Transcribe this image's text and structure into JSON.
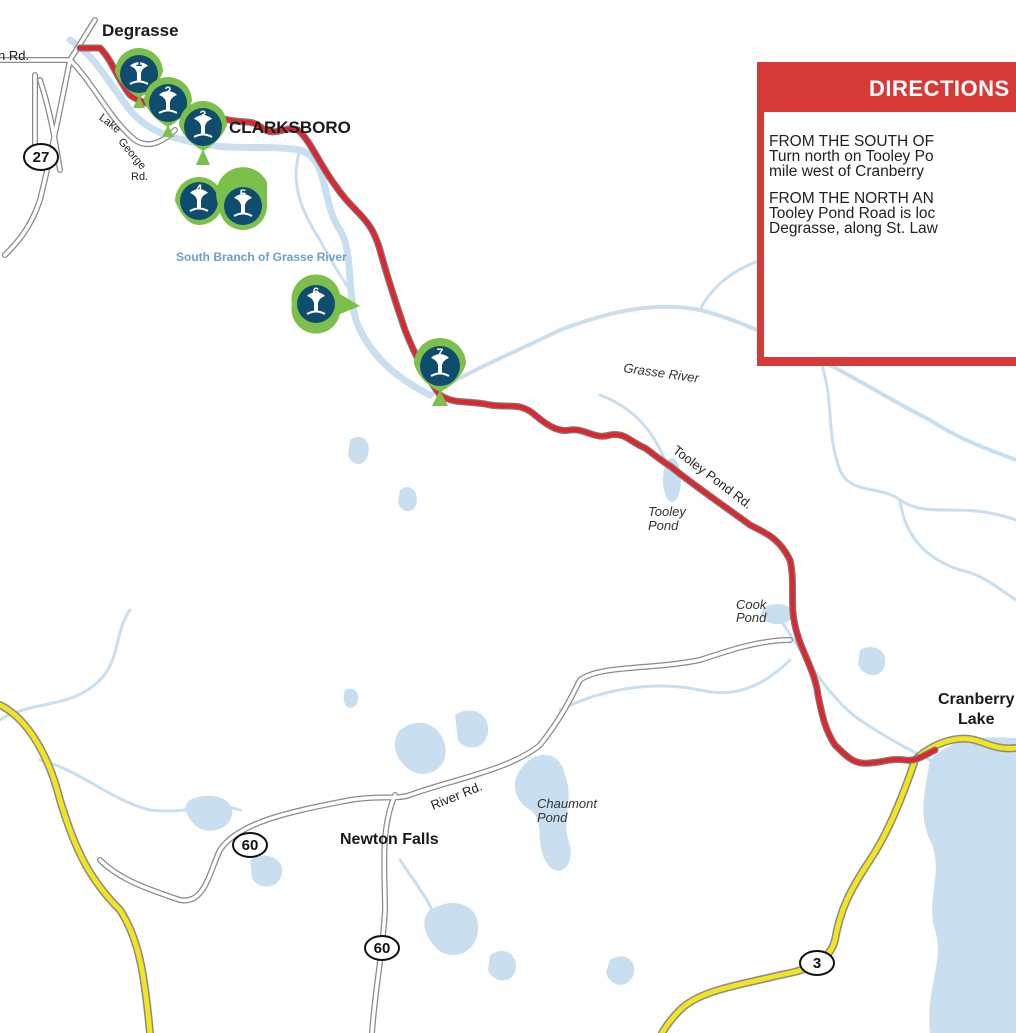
{
  "map": {
    "towns": {
      "degrasse": "Degrasse",
      "clarksboro": "CLARKSBORO",
      "newton_falls": "Newton Falls",
      "cranberry_lake_1": "Cranberry",
      "cranberry_lake_2": "Lake"
    },
    "roads": {
      "partial_left": "n Rd.",
      "lake_george_1": "Lake",
      "lake_george_2": "George",
      "lake_george_3": "Rd.",
      "tooley_pond_rd": "Tooley Pond Rd.",
      "river_rd": "River Rd."
    },
    "water": {
      "south_branch": "South Branch of Grasse River",
      "grasse_river": "Grasse River",
      "tooley_pond_1": "Tooley",
      "tooley_pond_2": "Pond",
      "cook_pond_1": "Cook",
      "cook_pond_2": "Pond",
      "chaumont_pond_1": "Chaumont",
      "chaumont_pond_2": "Pond"
    },
    "shields": {
      "route_27": "27",
      "route_60_a": "60",
      "route_60_b": "60",
      "route_3": "3"
    },
    "markers": [
      "1",
      "2",
      "3",
      "4",
      "5",
      "6",
      "7"
    ],
    "colors": {
      "route": "#e0252e",
      "highway": "#f2e41f",
      "water": "#c9dff0",
      "marker_green": "#7cc04b",
      "marker_navy": "#0f4c6e",
      "panel_red": "#d63a38"
    }
  },
  "directions": {
    "title": "DIRECTIONS T",
    "from_south_line1": "FROM THE SOUTH OF",
    "from_south_line2": "Turn north on Tooley Po",
    "from_south_line3": "mile west of Cranberry",
    "from_north_line1": "FROM THE NORTH AN",
    "from_north_line2": "Tooley Pond Road is loc",
    "from_north_line3": "Degrasse, along St. Law"
  }
}
